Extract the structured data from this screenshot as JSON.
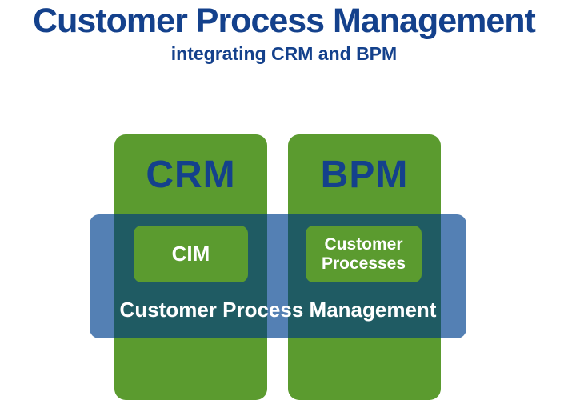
{
  "header": {
    "title": "Customer Process Management",
    "subtitle": "integrating CRM and BPM"
  },
  "diagram": {
    "columns": [
      {
        "label": "CRM"
      },
      {
        "label": "BPM"
      }
    ],
    "inner_boxes": [
      {
        "label": "CIM"
      },
      {
        "label": "Customer\nProcesses"
      }
    ],
    "band": {
      "label": "Customer Process Management"
    },
    "colors": {
      "column_green": "#5b9b2f",
      "band_blue": "#5480b4",
      "overlap_teal": "#1f5b63",
      "heading_blue": "#14418c",
      "label_white": "#ffffff"
    }
  }
}
